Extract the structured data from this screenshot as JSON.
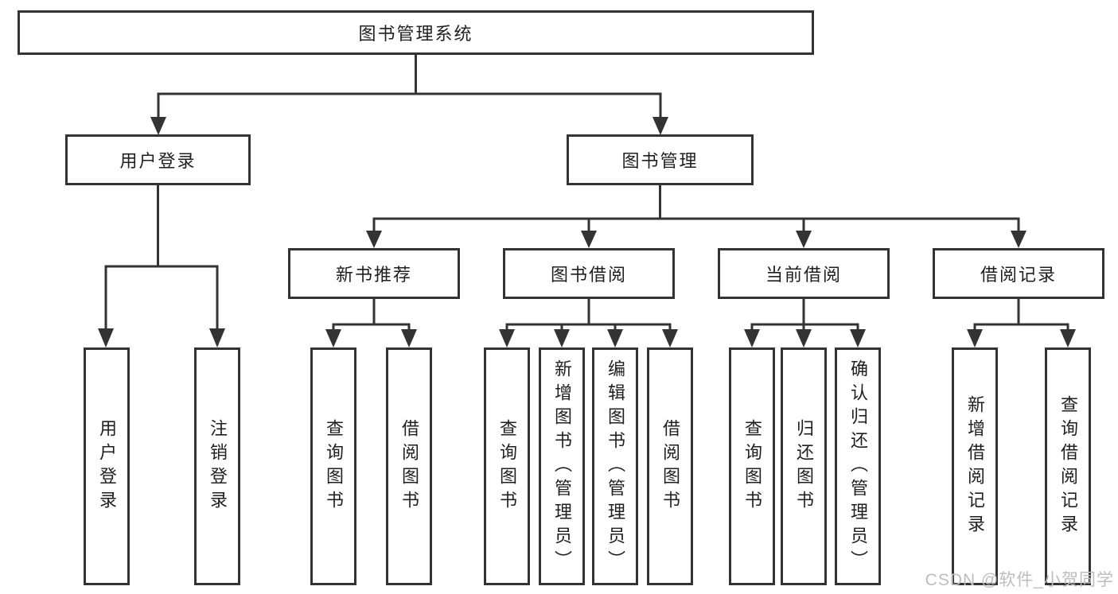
{
  "tree": {
    "label": "图书管理系统",
    "children": [
      {
        "label": "用户登录",
        "children": [
          {
            "label": "用户登录"
          },
          {
            "label": "注销登录"
          }
        ]
      },
      {
        "label": "图书管理",
        "children": [
          {
            "label": "新书推荐",
            "children": [
              {
                "label": "查询图书"
              },
              {
                "label": "借阅图书"
              }
            ]
          },
          {
            "label": "图书借阅",
            "children": [
              {
                "label": "查询图书"
              },
              {
                "label": "新增图书（管理员）"
              },
              {
                "label": "编辑图书（管理员）"
              },
              {
                "label": "借阅图书"
              }
            ]
          },
          {
            "label": "当前借阅",
            "children": [
              {
                "label": "查询图书"
              },
              {
                "label": "归还图书"
              },
              {
                "label": "确认归还（管理员）"
              }
            ]
          },
          {
            "label": "借阅记录",
            "children": [
              {
                "label": "新增借阅记录"
              },
              {
                "label": "查询借阅记录"
              }
            ]
          }
        ]
      }
    ]
  },
  "watermark": "CSDN @软件_小贺同学",
  "colors": {
    "line": "#333333",
    "box_border": "#333333",
    "text": "#1f1f1f",
    "watermark": "#bdbdbd",
    "background": "#ffffff"
  }
}
